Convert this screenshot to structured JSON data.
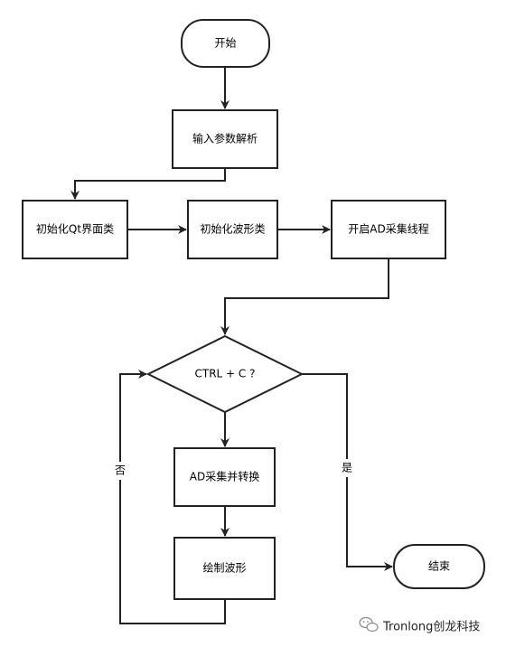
{
  "colors": {
    "stroke": "#222222",
    "fill": "#ffffff",
    "text": "#000000"
  },
  "nodes": {
    "start": "开始",
    "parse": "输入参数解析",
    "init_qt": "初始化Qt界面类",
    "init_wave": "初始化波形类",
    "start_ad": "开启AD采集线程",
    "decision": "CTRL + C ?",
    "ad_convert": "AD采集并转换",
    "draw": "绘制波形",
    "end": "结束"
  },
  "edge_labels": {
    "yes": "是",
    "no": "否"
  },
  "watermark": {
    "text": "Tronlong创龙科技",
    "icon": "wechat-icon"
  }
}
